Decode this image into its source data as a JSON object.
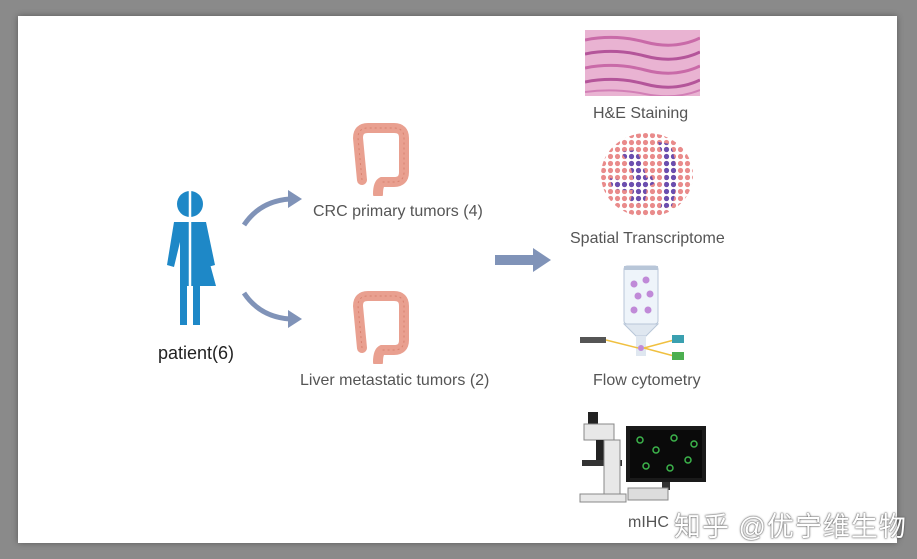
{
  "patient": {
    "label": "patient(6)",
    "icon": "patient-icon",
    "color": "#1e88c7"
  },
  "tumors": [
    {
      "label": "CRC primary tumors (4)",
      "icon": "colon-icon"
    },
    {
      "label": "Liver metastatic tumors (2)",
      "icon": "colon-icon"
    }
  ],
  "methods": [
    {
      "label": "H&E Staining",
      "icon": "he-staining-icon"
    },
    {
      "label": "Spatial Transcriptome",
      "icon": "spatial-transcriptome-icon"
    },
    {
      "label": "Flow cytometry",
      "icon": "flow-cytometry-icon"
    },
    {
      "label": "mIHC",
      "icon": "microscope-icon"
    }
  ],
  "colors": {
    "arrow": "#8093b8",
    "tissue": "#e9a090",
    "stain": "#c96aa8"
  },
  "watermark": "知乎 @优宁维生物"
}
